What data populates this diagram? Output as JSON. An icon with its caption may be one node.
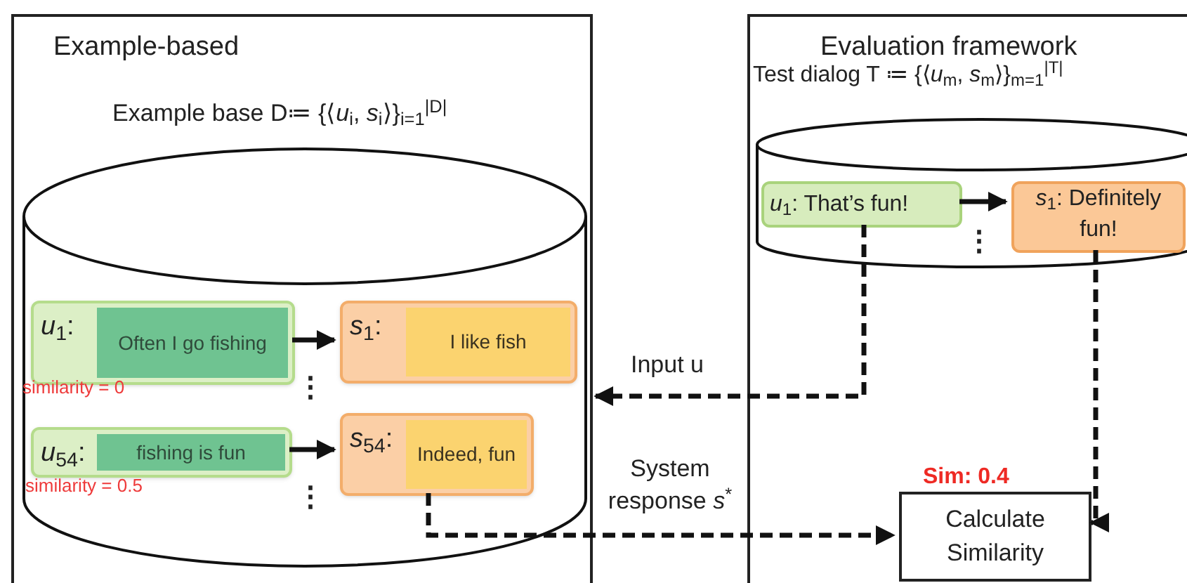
{
  "diagram": {
    "nodes": [
      {
        "text": [
          "Example-based"
        ]
      },
      {
        "text": [
          "Example base D≔ {⟨*u*$_{i}$, *s*$_{i}$⟩}$_{i=1}$$^{|D|}$"
        ],
        "in": 0
      },
      {
        "text": [
          "*u*$_{1}$:",
          "Often I go fishing"
        ],
        "beside": [
          "similarity = 0"
        ],
        "in": 1
      },
      {
        "text": [
          "*s*$_{1}$:",
          "I like fish"
        ],
        "in": 1
      },
      {
        "text": [
          "*u*$_{54}$:",
          "fishing is fun"
        ],
        "beside": [
          "similarity = 0.5"
        ],
        "in": 1
      },
      {
        "text": [
          "*s*$_{54}$:",
          "Indeed, fun"
        ],
        "in": 1
      },
      {
        "text": [
          "Evaluation framework"
        ]
      },
      {
        "text": [
          "Test dialog T ≔ {⟨*u*$_{m}$, *s*$_{m}$⟩}$_{m=1}$$^{|T|}$"
        ],
        "in": 6
      },
      {
        "text": [
          "*u*$_{1}$: That’s fun!"
        ],
        "in": 7
      },
      {
        "text": [
          "*s*$_{1}$: Definitely fun!"
        ],
        "in": 7
      },
      {
        "text": [
          "Calculate Similarity"
        ],
        "beside": [
          "Sim: 0.4"
        ],
        "in": 6
      }
    ],
    "edges": [
      {
        "from": 2,
        "to": 3,
        "arrow": "to"
      },
      {
        "from": 4,
        "to": 5,
        "arrow": "to"
      },
      {
        "from": 8,
        "to": 9,
        "arrow": "to"
      },
      {
        "from": 8,
        "to": 0,
        "arrow": "to",
        "label": "Input u",
        "style": "dashed"
      },
      {
        "from": 5,
        "to": 10,
        "arrow": "to",
        "label": "System response *s*$^{*}$",
        "style": "dashed"
      },
      {
        "from": 9,
        "to": 10,
        "arrow": "to",
        "style": "dashed"
      }
    ],
    "labels": [
      "⋮",
      "⋮",
      "⋮"
    ]
  }
}
